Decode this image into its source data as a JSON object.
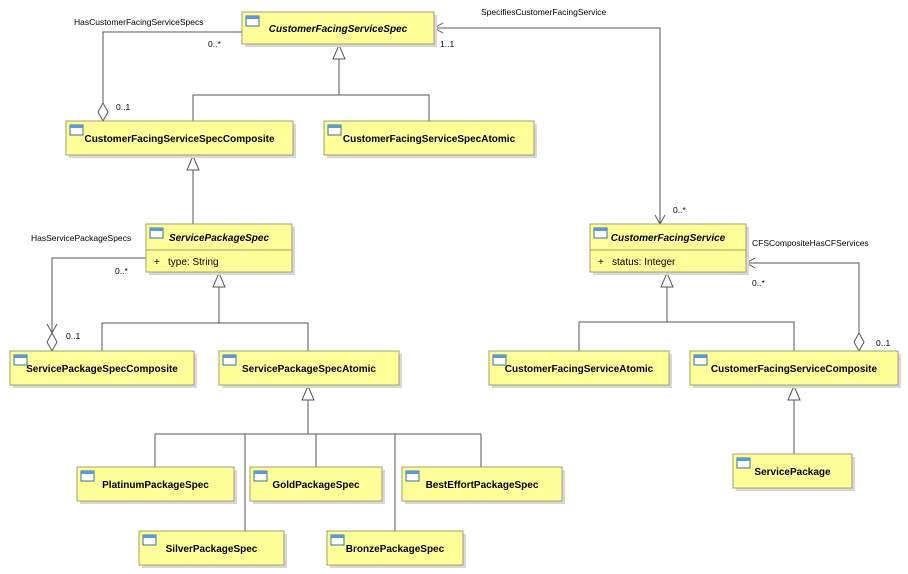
{
  "colors": {
    "class_fill": "#ffff99",
    "class_border": "#a0a06a",
    "shadow": "#d8d8d8",
    "edge": "#555555",
    "icon_fill": "#5b9bd5"
  },
  "classes": {
    "cfs_spec": {
      "name": "CustomerFacingServiceSpec",
      "abstract": true,
      "attributes": []
    },
    "cfs_spec_composite": {
      "name": "CustomerFacingServiceSpecComposite",
      "abstract": false,
      "attributes": []
    },
    "cfs_spec_atomic": {
      "name": "CustomerFacingServiceSpecAtomic",
      "abstract": false,
      "attributes": []
    },
    "service_package_spec": {
      "name": "ServicePackageSpec",
      "abstract": true,
      "attributes": [
        {
          "visibility": "+",
          "text": "type: String"
        }
      ]
    },
    "sp_spec_composite": {
      "name": "ServicePackageSpecComposite",
      "abstract": false,
      "attributes": []
    },
    "sp_spec_atomic": {
      "name": "ServicePackageSpecAtomic",
      "abstract": false,
      "attributes": []
    },
    "platinum": {
      "name": "PlatinumPackageSpec",
      "abstract": false,
      "attributes": []
    },
    "gold": {
      "name": "GoldPackageSpec",
      "abstract": false,
      "attributes": []
    },
    "besteffort": {
      "name": "BestEffortPackageSpec",
      "abstract": false,
      "attributes": []
    },
    "silver": {
      "name": "SilverPackageSpec",
      "abstract": false,
      "attributes": []
    },
    "bronze": {
      "name": "BronzePackageSpec",
      "abstract": false,
      "attributes": []
    },
    "cfs": {
      "name": "CustomerFacingService",
      "abstract": true,
      "attributes": [
        {
          "visibility": "+",
          "text": "status: Integer"
        }
      ]
    },
    "cfs_atomic": {
      "name": "CustomerFacingServiceAtomic",
      "abstract": false,
      "attributes": []
    },
    "cfs_composite": {
      "name": "CustomerFacingServiceComposite",
      "abstract": false,
      "attributes": []
    },
    "service_package": {
      "name": "ServicePackage",
      "abstract": false,
      "attributes": []
    }
  },
  "associations": {
    "has_cfs_specs": {
      "name": "HasCustomerFacingServiceSpecs",
      "source_mult": "0..1",
      "target_mult": "0..*"
    },
    "specifies_cfs": {
      "name": "SpecifiesCustomerFacingService",
      "source_mult": "0..*",
      "target_mult": "1..1"
    },
    "has_sp_specs": {
      "name": "HasServicePackageSpecs",
      "source_mult": "0..1",
      "target_mult": "0..*"
    },
    "cfs_composite_has": {
      "name": "CFSCompositeHasCFServices",
      "source_mult": "0..1",
      "target_mult": "0..*"
    }
  },
  "generalizations": [
    {
      "parent": "cfs_spec",
      "children": [
        "cfs_spec_composite",
        "cfs_spec_atomic"
      ]
    },
    {
      "parent": "cfs_spec_composite",
      "children": [
        "service_package_spec"
      ]
    },
    {
      "parent": "service_package_spec",
      "children": [
        "sp_spec_composite",
        "sp_spec_atomic"
      ]
    },
    {
      "parent": "sp_spec_atomic",
      "children": [
        "platinum",
        "gold",
        "besteffort",
        "silver",
        "bronze"
      ]
    },
    {
      "parent": "cfs",
      "children": [
        "cfs_atomic",
        "cfs_composite"
      ]
    },
    {
      "parent": "cfs_composite",
      "children": [
        "service_package"
      ]
    }
  ]
}
